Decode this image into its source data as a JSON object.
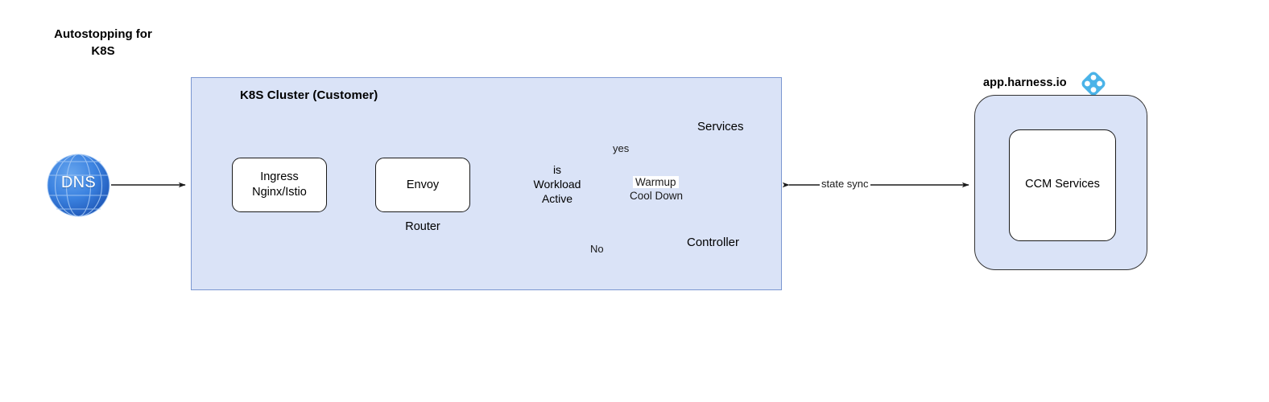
{
  "title": "Autostopping for\nK8S",
  "regions": {
    "k8s_cluster": {
      "label": "K8S Cluster (Customer)",
      "icon": "kubernetes-icon",
      "fill": "#dae3f7",
      "border": "#7a96d1"
    },
    "harness_cloud": {
      "label": "app.harness.io",
      "logo": "harness-logo",
      "cloud_provider_icon": "gcp-icon",
      "fill": "#dae3f7",
      "border": "#333333"
    }
  },
  "nodes": {
    "dns": {
      "label": "DNS",
      "icon": "globe-icon",
      "color": "#2f6fd0"
    },
    "ingress": {
      "label": "Ingress\nNginx/Istio"
    },
    "envoy": {
      "label": "Envoy",
      "sublabel": "Router"
    },
    "decision": {
      "label": "is\nWorkload\nActive"
    },
    "services": {
      "label": "Services",
      "icon": "services-cubes-icon",
      "color": "#3367d6"
    },
    "controller": {
      "label": "Controller",
      "icon": "controller-cube-icon",
      "color": "#3367d6"
    },
    "ccm_services": {
      "label": "CCM Services",
      "icon": "kubernetes-icon"
    }
  },
  "edges": {
    "yes": "yes",
    "no": "No",
    "state_sync": "state sync",
    "warmup": "Warmup",
    "cooldown": "Cool Down"
  },
  "colors": {
    "region_fill": "#dae3f7",
    "k8s_blue": "#326ce5",
    "cube_blue": "#3367d6",
    "harness_blue": "#4ab3e8",
    "stroke": "#1a1a1a"
  }
}
